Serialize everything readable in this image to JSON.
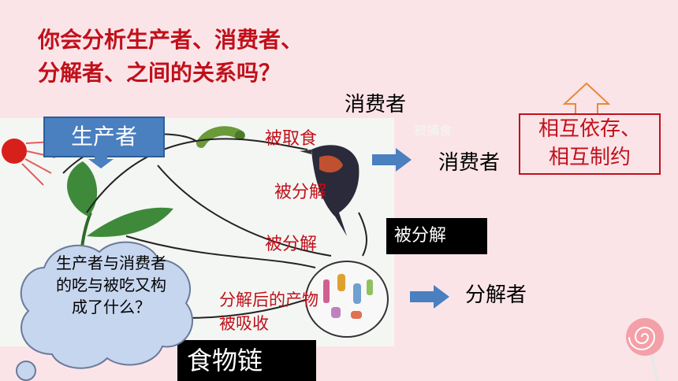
{
  "title": {
    "line1": "你会分析生产者、消费者、",
    "line2": "分解者、之间的关系吗？"
  },
  "labels": {
    "producer_box": "生产者",
    "consumer_top": "消费者",
    "preyed_faint": "被捕食",
    "eaten": "被取食",
    "decomposed1": "被分解",
    "decomposed2": "被分解",
    "decomposed_box": "被分解",
    "absorbed": "分解后的产物被吸收",
    "consumer_right": "消费者",
    "decomposer_right": "分解者",
    "relation_line1": "相互依存、",
    "relation_line2": "相互制约",
    "cloud_question": "生产者与消费者的吃与被吃又构成了什么？",
    "food_chain": "食物链"
  },
  "colors": {
    "background": "#fbe4e8",
    "title_red": "#c0101a",
    "producer_blue": "#4a7fc0",
    "arrow_blue": "#4a7fc0",
    "arrow_orange": "#e8893a"
  }
}
